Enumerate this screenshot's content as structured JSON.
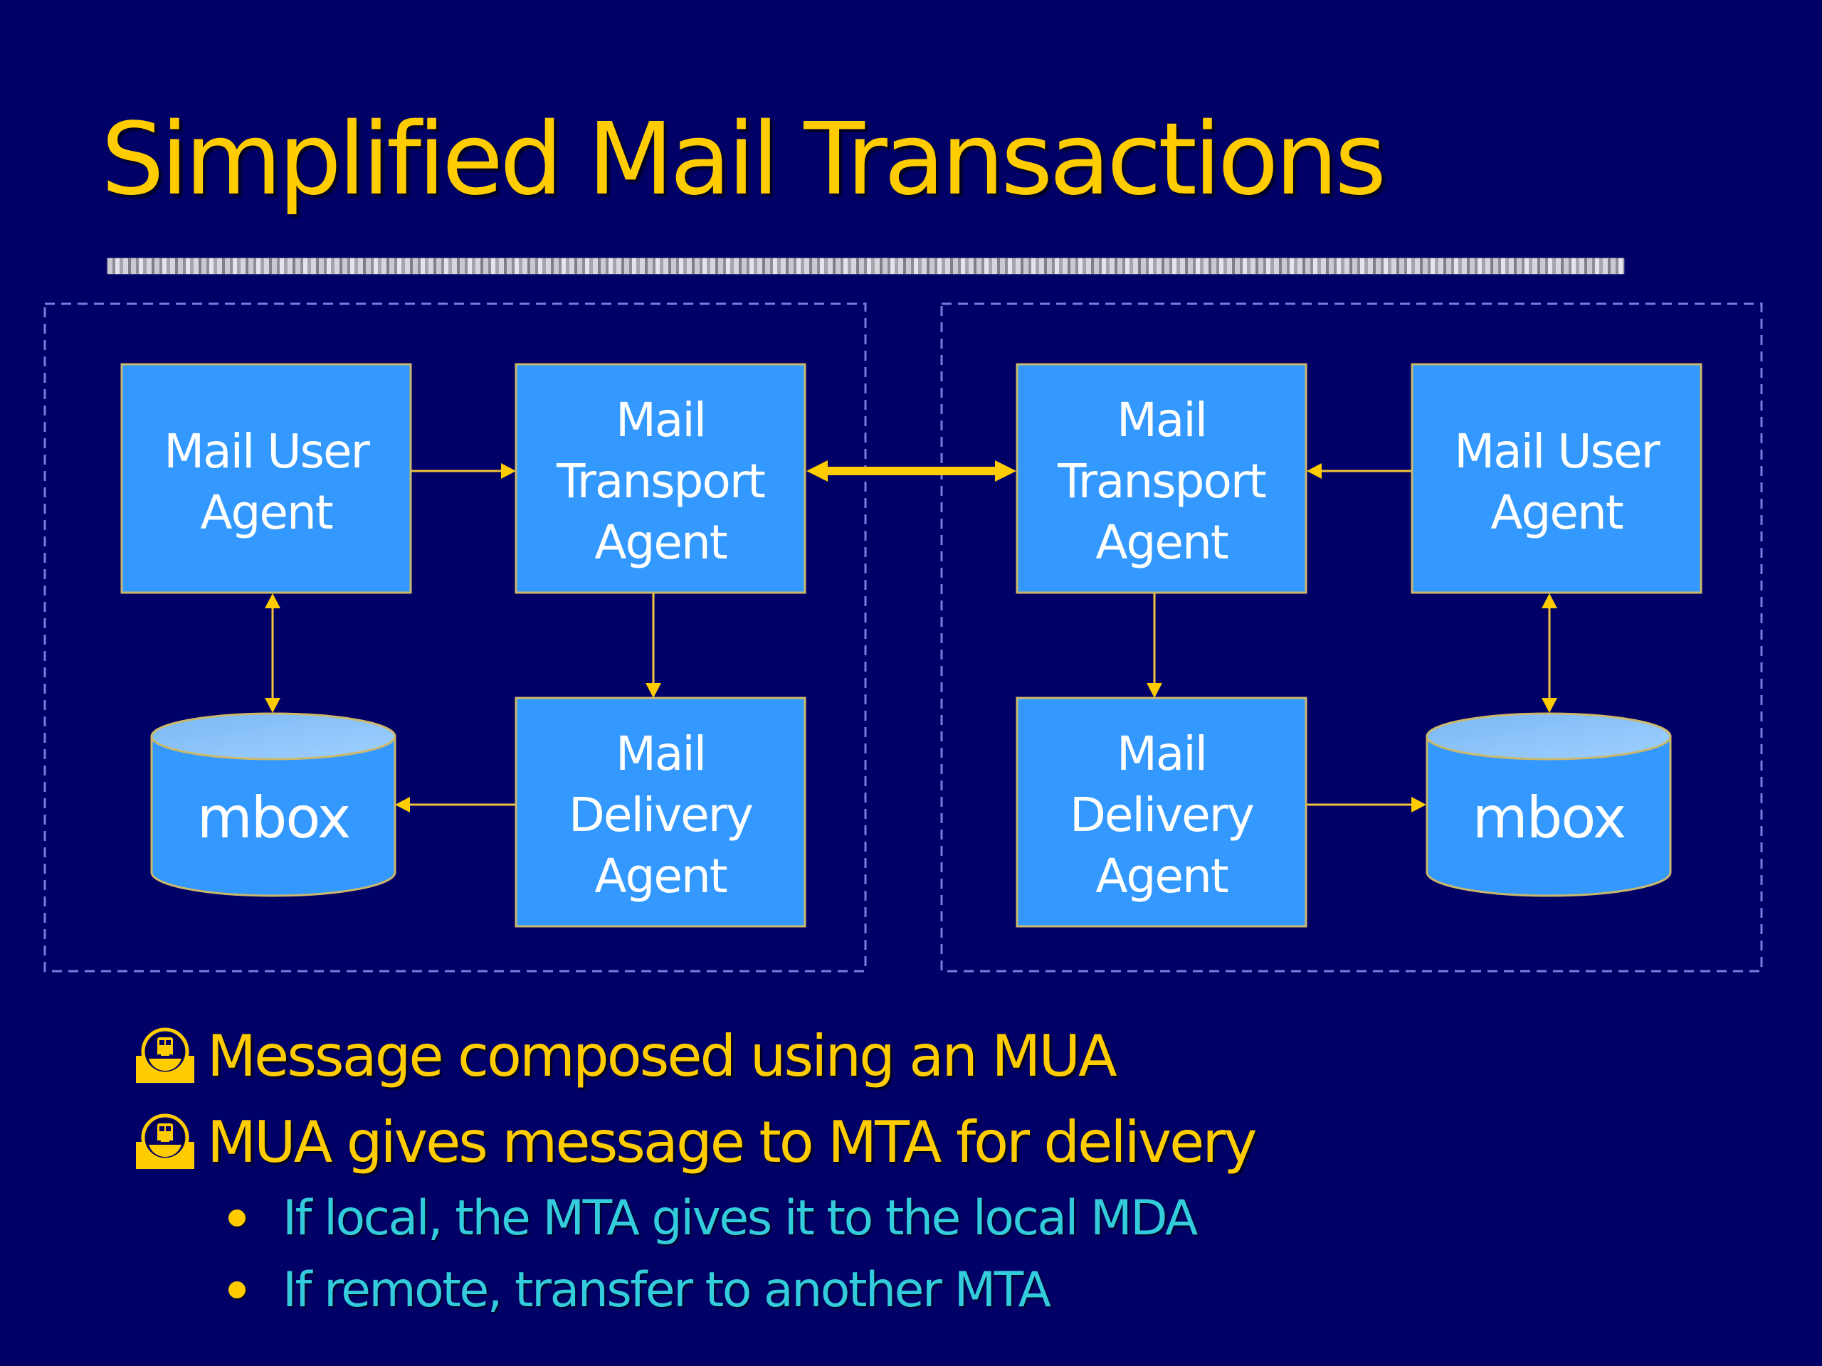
{
  "slide": {
    "title": "Simplified Mail Transactions",
    "colors": {
      "background": "#000066",
      "title": "#ffcc00",
      "box_fill": "#3399ff",
      "box_border": "#ccb86a",
      "mbox_top": "#8cc4fb",
      "arrow": "#ffcc00",
      "dashed_border": "#7b7bdc",
      "sub_bullet_text": "#33ccdd"
    }
  },
  "diagram": {
    "left_system": {
      "mua": {
        "lines": [
          "Mail User",
          "Agent"
        ]
      },
      "mta": {
        "lines": [
          "Mail",
          "Transport",
          "Agent"
        ]
      },
      "mda": {
        "lines": [
          "Mail",
          "Delivery",
          "Agent"
        ]
      },
      "mbox": {
        "label": "mbox"
      }
    },
    "right_system": {
      "mua": {
        "lines": [
          "Mail User",
          "Agent"
        ]
      },
      "mta": {
        "lines": [
          "Mail",
          "Transport",
          "Agent"
        ]
      },
      "mda": {
        "lines": [
          "Mail",
          "Delivery",
          "Agent"
        ]
      },
      "mbox": {
        "label": "mbox"
      }
    },
    "connections": [
      {
        "from": "left MUA",
        "to": "left MTA",
        "direction": "one-way"
      },
      {
        "from": "left MUA",
        "to": "left mbox",
        "direction": "two-way"
      },
      {
        "from": "left MTA",
        "to": "left MDA",
        "direction": "one-way"
      },
      {
        "from": "left MDA",
        "to": "left mbox",
        "direction": "one-way"
      },
      {
        "from": "left MTA",
        "to": "right MTA",
        "direction": "two-way"
      },
      {
        "from": "right MUA",
        "to": "right MTA",
        "direction": "one-way"
      },
      {
        "from": "right MUA",
        "to": "right mbox",
        "direction": "two-way"
      },
      {
        "from": "right MTA",
        "to": "right MDA",
        "direction": "one-way"
      },
      {
        "from": "right MDA",
        "to": "right mbox",
        "direction": "one-way"
      }
    ]
  },
  "bullets": [
    {
      "icon": "train-tunnel-icon",
      "text": "Message composed using an MUA"
    },
    {
      "icon": "train-tunnel-icon",
      "text": "MUA gives message to MTA for delivery",
      "sub": [
        "If local, the MTA gives it to the local MDA",
        "If remote, transfer to another MTA"
      ]
    }
  ]
}
